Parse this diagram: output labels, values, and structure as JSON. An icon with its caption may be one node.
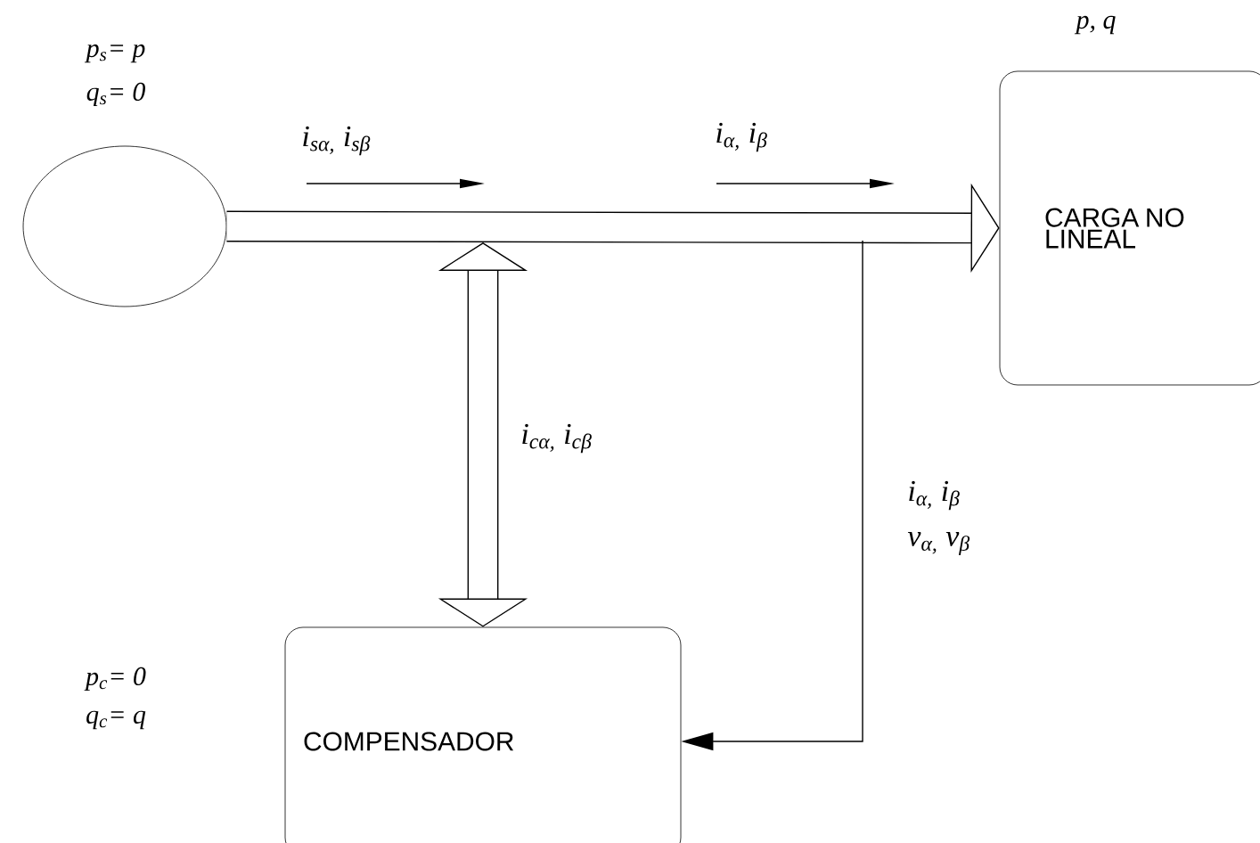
{
  "diagram": {
    "nodes": [
      {
        "text": [],
        "shape": "circle",
        "beside": [
          "p$_{s}$= p",
          "q$_{s}$= 0"
        ]
      },
      {
        "text": [
          "CARGA NO LINEAL"
        ],
        "beside": [
          "p, q"
        ]
      },
      {
        "text": [
          "COMPENSADOR"
        ],
        "beside": [
          "p$_{c}$= 0",
          "q$_{c}$= q"
        ]
      }
    ],
    "edges": [
      {
        "from": 0,
        "to": 1,
        "arrow": "to"
      },
      {
        "from": null,
        "to": 2,
        "arrow": "both",
        "label": "i$_{cα,}$ i$_{cβ}$"
      },
      {
        "from": null,
        "to": 2,
        "arrow": "to"
      }
    ],
    "labels": [
      "i$_{sα,}$ i$_{sβ}$",
      "i$_{α,}$   i$_{β}$",
      "i$_{α,}$   i$_{β}$",
      "v$_{α,}$   v$_{β}$"
    ]
  }
}
